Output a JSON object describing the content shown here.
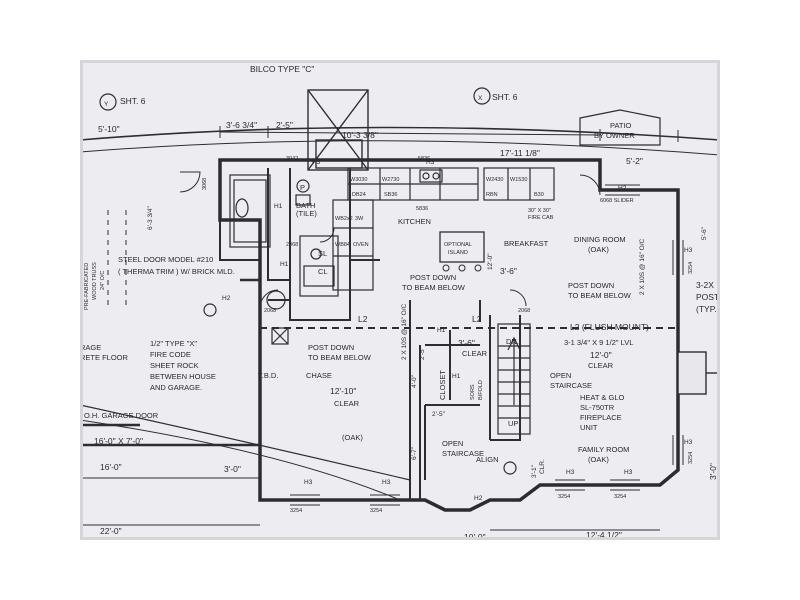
{
  "header": {
    "bilco": "BILCO TYPE \"C\"",
    "y_ref": "Y",
    "y_sheet": "SHT. 6",
    "x_ref": "X",
    "x_sheet": "SHT. 6"
  },
  "top_dims": {
    "d1": "5'-10\"",
    "d2": "3'-6 3/4\"",
    "d3": "2'-5\"",
    "d4": "10'-3 3/8\"",
    "d5": "17'-11 1/8\"",
    "d6": "5'-2\""
  },
  "notes": {
    "patio_1": "PATIO",
    "patio_2": "BY OWNER",
    "truss_1": "PRE-FABRICATED",
    "truss_2": "WOOD TRUSS",
    "truss_3": "24\" O/C",
    "steel_door_1": "STEEL DOOR MODEL #210",
    "steel_door_2": "( THERMA TRIM ) W/ BRICK MLD.",
    "fire_1": "1/2\" TYPE \"X\"",
    "fire_2": "FIRE CODE",
    "fire_3": "SHEET ROCK",
    "fire_4": "BETWEEN HOUSE",
    "fire_5": "AND GARAGE.",
    "garage_1": "RAGE",
    "garage_2": "RETE FLOOR",
    "post_left_1": "POST DOWN",
    "post_left_2": "TO BEAM BELOW",
    "post_mid_1": "POST DOWN",
    "post_mid_2": "TO BEAM BELOW",
    "post_right_1": "POST DOWN",
    "post_right_2": "TO BEAM BELOW",
    "l2_left": "L2",
    "l2_mid": "L2",
    "l2_flush": "L2 (FLUSH MOUNT)",
    "lvl": "3-1 3/4\" X 9 1/2\" LVL",
    "joist": "2 X 10S @ 16\" O/C",
    "joist_right": "2 X 10S @ 16\" O/C",
    "tbd": "T.B.D.",
    "chase": "CHASE",
    "garage_door": "O.H. GARAGE DOOR",
    "fireplace_1": "HEAT & GLO",
    "fireplace_2": "SL-750TR",
    "fireplace_3": "FIREPLACE",
    "fireplace_4": "UNIT",
    "open_stair_right_1": "OPEN",
    "open_stair_right_2": "STAIRCASE",
    "open_stair_left_1": "OPEN",
    "open_stair_left_2": "STAIRCASE",
    "align": "ALIGN",
    "right_cut_1": "3-2X",
    "right_cut_2": "POST",
    "right_cut_3": "(TYP."
  },
  "rooms": {
    "bath": "BATH",
    "tile": "(TILE)",
    "kitchen": "KITCHEN",
    "island_1": "OPTIONAL",
    "island_2": "ISLAND",
    "breakfast": "BREAKFAST",
    "dining": "DINING ROOM",
    "dining_floor": "(OAK)",
    "foyer_floor": "(OAK)",
    "family": "FAMILY ROOM",
    "family_floor": "(OAK)",
    "closet": "CLOSET",
    "bifold_1": "SORS",
    "bifold_2": "BIFOLD",
    "dn": "DN.",
    "up": "UP",
    "clear_stair": "CLEAR",
    "clear_foyer": "CLEAR",
    "clear_family": "CLEAR",
    "sl": "SL",
    "cl": "CL",
    "p_mark": "P"
  },
  "cabinets": {
    "c1": "W3030",
    "c2": "W2730",
    "c3": "W2430",
    "c4": "W1530",
    "c5": "DB24",
    "c6": "SB36",
    "c7": "B30",
    "c8": "RBN",
    "c9": "WB2x2",
    "c10": "WB84",
    "c11": "3W",
    "c12": "OVEN",
    "c13": "5836",
    "c14": "30\" X 30\"",
    "c15": "FIRE CAB",
    "c16": "H3"
  },
  "interior_dims": {
    "d_12_10": "12'-10\"",
    "d_3_6": "3'-6\"",
    "d_3_6b": "3'-6\"",
    "d_12_0a": "12'-0\"",
    "d_12_0b": "12'-0\"",
    "d_2_5v": "2'-5\"",
    "d_4_0": "4'-0\"",
    "d_2_5h": "2'-5\"",
    "d_6_7": "6'-7\"",
    "d_3_1": "3'-1\"",
    "d_clr": "CLR.",
    "d_5_6": "5'-6\"",
    "d_6_3": "6'-3 3/4\""
  },
  "window_tags": {
    "h1_a": "H1",
    "h1_b": "H1",
    "h1_c": "H1",
    "h1_d": "H1",
    "h2_a": "H2",
    "h2_b": "H2",
    "h2_c": "H2",
    "h3_a": "H3",
    "h3_b": "H3",
    "h3_c": "H3",
    "h3_d": "H3",
    "h3_e": "H3",
    "h3_f": "H3",
    "h3_g": "H3",
    "s_3042": "3042",
    "s_3068": "3068",
    "s_2068a": "2068",
    "s_2068b": "2068",
    "s_2068c": "2068",
    "s_3254a": "3254",
    "s_3254b": "3254",
    "s_3254c": "3254",
    "s_3254d": "3254",
    "s_3254e": "3254",
    "s_3254f": "3254",
    "s_6068": "6068 SLIDER",
    "s_5836": "5836"
  },
  "bottom_dims": {
    "g_size": "16'-0\" X 7'-0\"",
    "g_16": "16'-0\"",
    "g_3": "3'-0\"",
    "g_22": "22'-0\"",
    "b_10": "10'-0\"",
    "b_12_4": "12'-4 1/2\"",
    "r_3_0": "3'-0\""
  }
}
